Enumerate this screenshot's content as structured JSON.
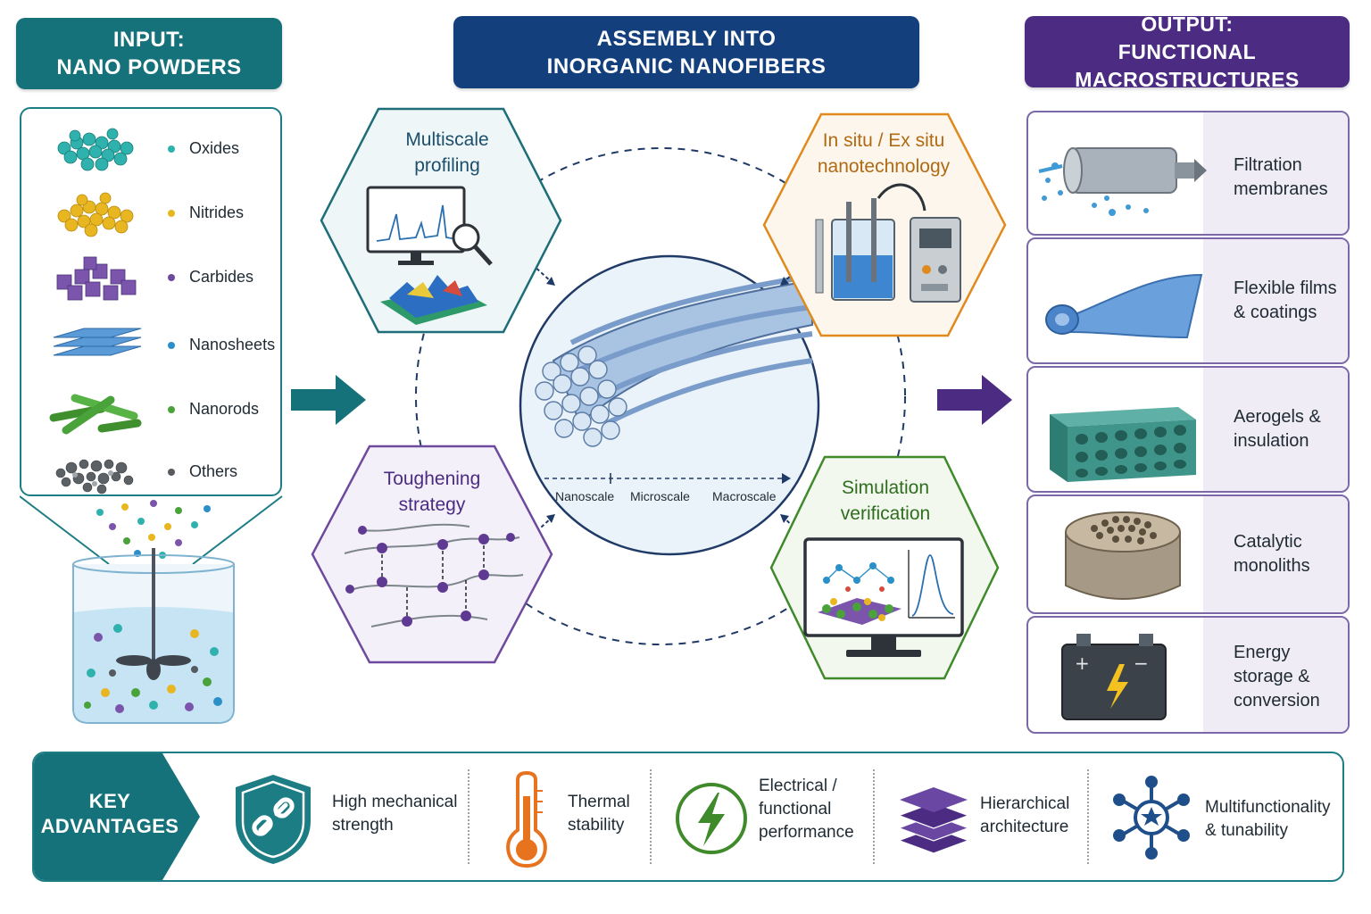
{
  "header": {
    "input": [
      "INPUT:",
      "NANO POWDERS"
    ],
    "assembly": [
      "ASSEMBLY INTO",
      "INORGANIC NANOFIBERS"
    ],
    "output": [
      "OUTPUT:",
      "FUNCTIONAL MACROSTRUCTURES"
    ]
  },
  "powders": [
    {
      "label": "Oxides",
      "color": "#2fb2ad",
      "icon": "teal-spheres-icon"
    },
    {
      "label": "Nitrides",
      "color": "#e8b620",
      "icon": "gold-spheres-icon"
    },
    {
      "label": "Carbides",
      "color": "#6d4a9e",
      "icon": "purple-cubes-icon"
    },
    {
      "label": "Nanosheets",
      "color": "#2b8fc8",
      "icon": "stacked-sheets-icon"
    },
    {
      "label": "Nanorods",
      "color": "#4aa23a",
      "icon": "green-rods-icon"
    },
    {
      "label": "Others",
      "color": "#555b60",
      "icon": "gray-particles-icon"
    }
  ],
  "hexagons": {
    "multiscale": [
      "Multiscale",
      "profiling"
    ],
    "insitu": [
      "In situ / Ex situ",
      "nanotechnology"
    ],
    "toughening": [
      "Toughening",
      "strategy"
    ],
    "simulation": [
      "Simulation",
      "verification"
    ]
  },
  "scales": [
    "Nanoscale",
    "Microscale",
    "Macroscale"
  ],
  "outputs": [
    {
      "lines": [
        "Filtration",
        "membranes"
      ],
      "icon": "filter-cartridge-icon"
    },
    {
      "lines": [
        "Flexible films",
        "& coatings"
      ],
      "icon": "flexible-film-icon"
    },
    {
      "lines": [
        "Aerogels &",
        "insulation"
      ],
      "icon": "aerogel-block-icon"
    },
    {
      "lines": [
        "Catalytic",
        "monoliths"
      ],
      "icon": "honeycomb-monolith-icon"
    },
    {
      "lines": [
        "Energy",
        "storage &",
        "conversion"
      ],
      "icon": "battery-icon"
    }
  ],
  "advantages": {
    "badge": [
      "KEY",
      "ADVANTAGES"
    ],
    "items": [
      {
        "lines": [
          "High mechanical",
          "strength"
        ],
        "icon": "shield-link-icon"
      },
      {
        "lines": [
          "Thermal",
          "stability"
        ],
        "icon": "thermometer-icon"
      },
      {
        "lines": [
          "Electrical /",
          "functional",
          "performance"
        ],
        "icon": "lightning-circle-icon"
      },
      {
        "lines": [
          "Hierarchical",
          "architecture"
        ],
        "icon": "layers-icon"
      },
      {
        "lines": [
          "Multifunctionality",
          "& tunability"
        ],
        "icon": "network-star-icon"
      }
    ]
  },
  "colors": {
    "teal": "#16727a",
    "navy": "#133f7c",
    "purple": "#4b2c82",
    "orange": "#e08a1e",
    "green": "#3f8a2a"
  }
}
